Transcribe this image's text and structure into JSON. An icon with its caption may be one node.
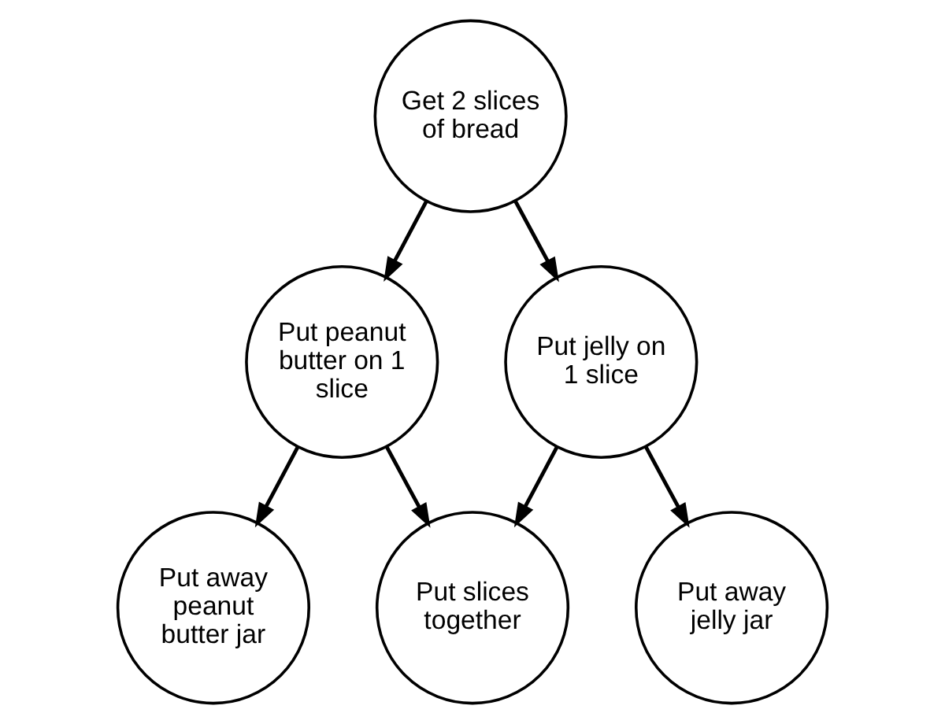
{
  "diagram": {
    "nodes": [
      {
        "text": [
          "Get 2 slices of bread"
        ]
      },
      {
        "text": [
          "Put peanut butter on 1 slice"
        ]
      },
      {
        "text": [
          "Put jelly on 1 slice"
        ]
      },
      {
        "text": [
          "Put away peanut butter jar"
        ]
      },
      {
        "text": [
          "Put slices together"
        ]
      },
      {
        "text": [
          "Put away jelly jar"
        ]
      }
    ],
    "edges": [
      {
        "from": 0,
        "to": 1,
        "arrow": "to"
      },
      {
        "from": 0,
        "to": 2,
        "arrow": "to"
      },
      {
        "from": 1,
        "to": 3,
        "arrow": "to"
      },
      {
        "from": 1,
        "to": 4,
        "arrow": "to"
      },
      {
        "from": 2,
        "to": 4,
        "arrow": "to"
      },
      {
        "from": 2,
        "to": 5,
        "arrow": "to"
      }
    ]
  }
}
